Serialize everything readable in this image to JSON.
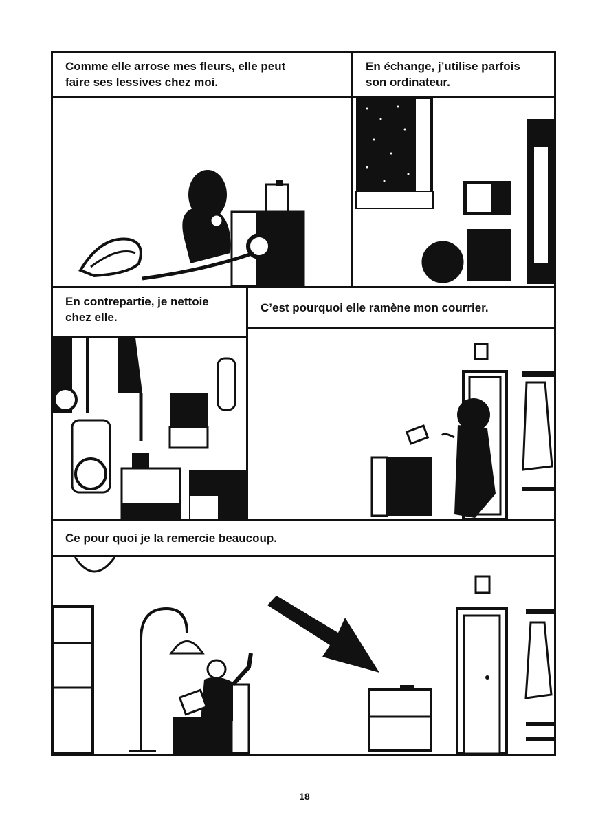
{
  "panels": [
    {
      "caption_lines": [
        "Comme elle arrose mes fleurs, elle peut",
        "faire ses lessives chez moi."
      ]
    },
    {
      "caption_lines": [
        "En échange, j’utilise parfois",
        "son ordinateur."
      ]
    },
    {
      "caption_lines": [
        "En contrepartie, je nettoie",
        "chez elle."
      ]
    },
    {
      "caption_lines": [
        "C’est pourquoi elle ramène mon courrier."
      ]
    },
    {
      "caption_lines": [
        "Ce pour quoi je la remercie beaucoup."
      ]
    }
  ],
  "page_number": "18",
  "colors": {
    "ink": "#111111",
    "paper": "#ffffff"
  }
}
